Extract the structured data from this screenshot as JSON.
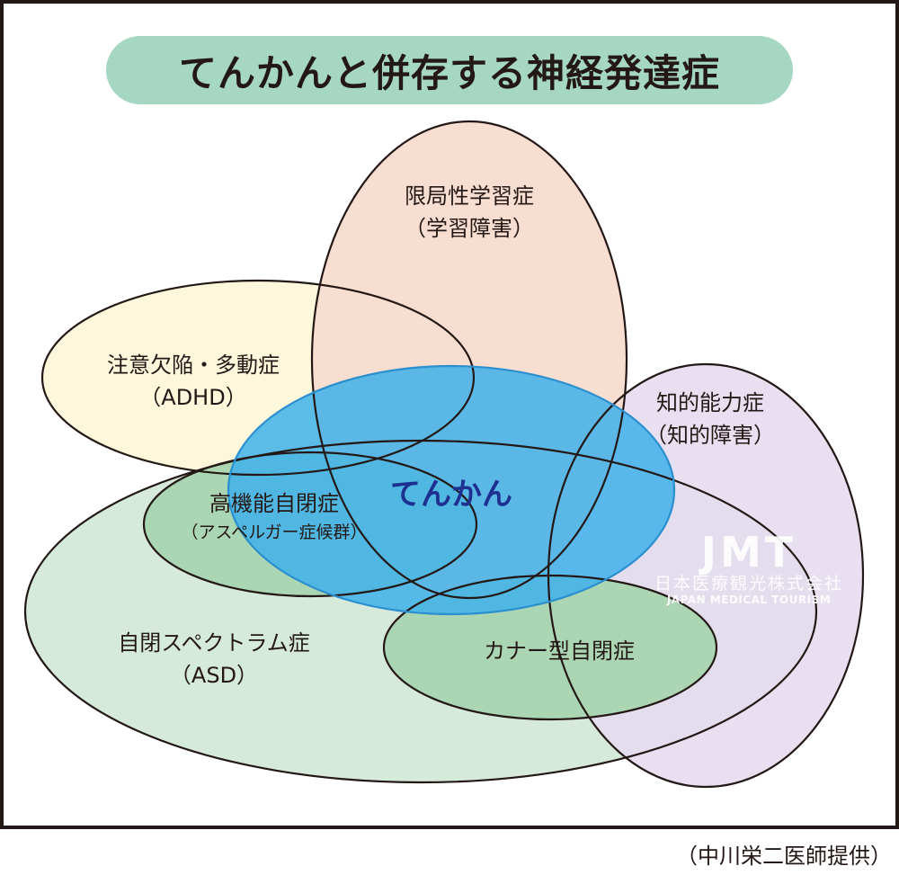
{
  "title": "てんかんと併存する神経発達症",
  "sets": {
    "learning": {
      "name": "限局性学習症",
      "sub": "（学習障害）",
      "color": "#f8dccf"
    },
    "adhd": {
      "name": "注意欠陥・多動症",
      "sub": "（ADHD）",
      "color": "#fdf8dc"
    },
    "intellectual": {
      "name": "知的能力症",
      "sub": "（知的障害）",
      "color": "#e6dcee"
    },
    "asd": {
      "name": "自閉スペクトラム症",
      "sub": "（ASD）",
      "color": "#d6eadc"
    },
    "high_functioning": {
      "name": "高機能自閉症",
      "sub": "（アスペルガー症候群）",
      "color": "#a9d5b0"
    },
    "kanner": {
      "name": "カナー型自閉症",
      "color": "#a9d5b0"
    },
    "epilepsy": {
      "name": "てんかん",
      "color": "#3fb2ea"
    }
  },
  "watermark": {
    "logo": "JMT",
    "company_jp": "日本医療観光株式会社",
    "company_en": "JAPAN MEDICAL TOURISM"
  },
  "credit": "（中川栄二医師提供）"
}
